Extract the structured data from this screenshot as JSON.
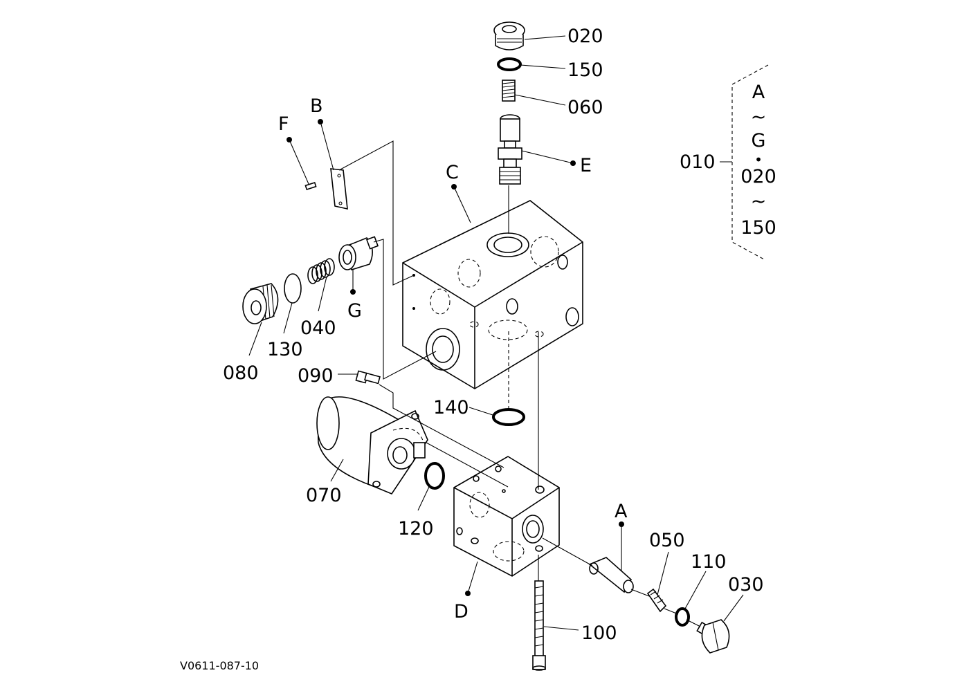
{
  "drawing_code": "V0611-087-10",
  "callouts": {
    "p020": "020",
    "p150": "150",
    "p060": "060",
    "E": "E",
    "B": "B",
    "F": "F",
    "C": "C",
    "G": "G",
    "p040": "040",
    "p130": "130",
    "p080": "080",
    "p090": "090",
    "p140": "140",
    "p070": "070",
    "p120": "120",
    "A": "A",
    "p050": "050",
    "p110": "110",
    "p030": "030",
    "D": "D",
    "p100": "100"
  },
  "assembly_note": {
    "part": "010",
    "line1": "A",
    "tilde1": "~",
    "line2": "G",
    "bullet": "•",
    "line3": "020",
    "tilde2": "~",
    "line4": "150"
  }
}
